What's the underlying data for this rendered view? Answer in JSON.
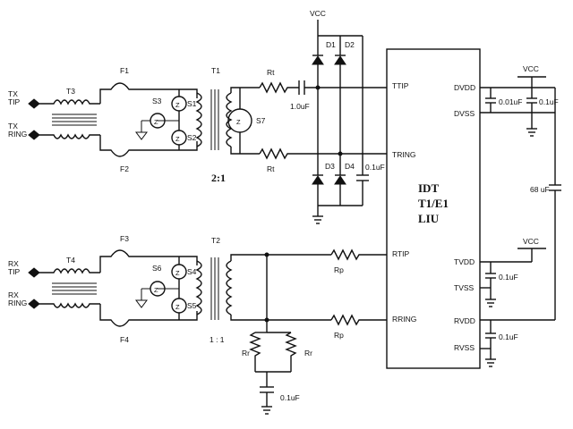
{
  "ports": {
    "tx_tip": "TX\nTIP",
    "tx_ring": "TX\nRING",
    "rx_tip": "RX\nTIP",
    "rx_ring": "RX\nRING"
  },
  "transformers": {
    "t1": "T1",
    "t2": "T2",
    "t3": "T3",
    "t4": "T4",
    "t1_ratio": "2:1",
    "t2_ratio": "1 : 1"
  },
  "fuses": {
    "f1": "F1",
    "f2": "F2",
    "f3": "F3",
    "f4": "F4"
  },
  "suppressors": {
    "s1": "S1",
    "s2": "S2",
    "s3": "S3",
    "s4": "S4",
    "s5": "S5",
    "s6": "S6",
    "s7": "S7"
  },
  "components": {
    "rt_top": "Rt",
    "rt_bottom": "Rt",
    "rp_top": "Rp",
    "rp_bottom": "Rp",
    "rr_left": "Rr",
    "rr_right": "Rr",
    "cap_tx": "1.0uF",
    "cap_d4": "0.1uF",
    "cap_rr": "0.1uF",
    "d1": "D1",
    "d2": "D2",
    "d3": "D3",
    "d4": "D4",
    "vcc_top": "VCC"
  },
  "chip": {
    "title_line1": "IDT",
    "title_line2": "T1/E1",
    "title_line3": "LIU",
    "pins_left": [
      "TTIP",
      "TRING",
      "RTIP",
      "RRING"
    ],
    "pins_right": [
      "DVDD",
      "DVSS",
      "TVDD",
      "TVSS",
      "RVDD",
      "RVSS"
    ]
  },
  "power": {
    "vcc_dvdd": "VCC",
    "vcc_tvdd": "VCC",
    "cap_dvdd_1": "0.01uF",
    "cap_dvdd_2": "0.1uF",
    "cap_bulk": "68 uF",
    "cap_tvdd": "0.1uF",
    "cap_rvdd": "0.1uF"
  }
}
